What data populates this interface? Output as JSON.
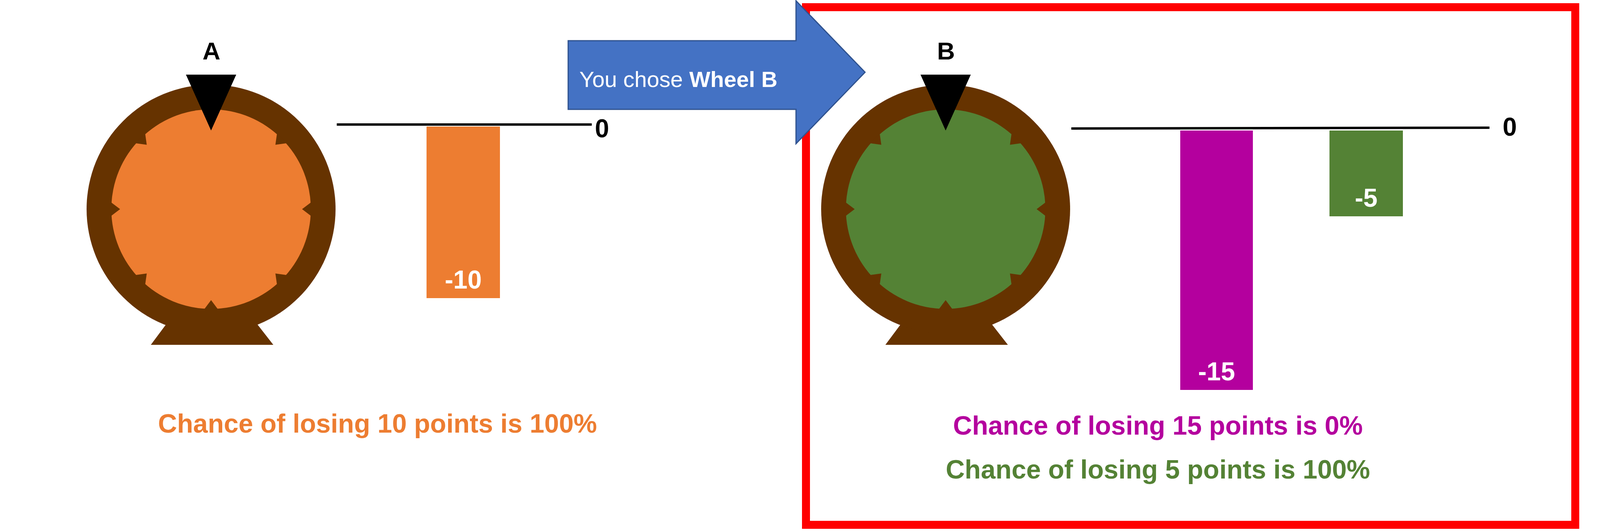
{
  "diagram": {
    "nodes": [
      {
        "text": [
          "A"
        ]
      },
      {
        "text": [
          "-10"
        ]
      },
      {
        "text": [
          "You chose",
          "Wheel B"
        ]
      },
      {
        "text": [
          "Chance of losing 15 points is 0%",
          "Chance of losing 5 points is 100%"
        ]
      },
      {
        "text": [
          "B"
        ],
        "in": 3
      },
      {
        "text": [
          "-15"
        ],
        "in": 3
      },
      {
        "text": [
          "-5"
        ],
        "in": 3
      }
    ],
    "labels": [
      "0",
      "Chance of losing 10 points is 100%",
      "0"
    ]
  }
}
